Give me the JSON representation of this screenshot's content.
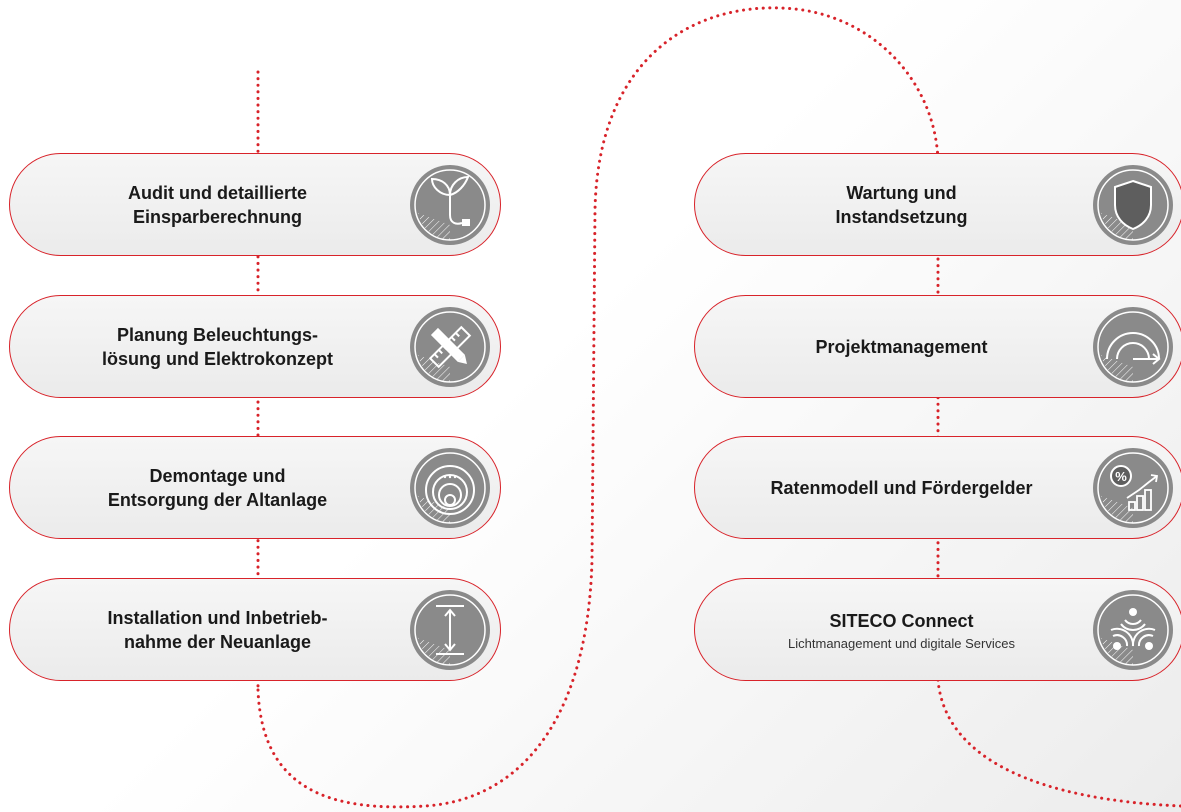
{
  "colors": {
    "accent": "#d8232a",
    "icon_gray": "#8a8a8a",
    "pill_bg": "#efefef",
    "text": "#1a1a1a"
  },
  "left_steps": [
    {
      "title": "Audit und detaillierte\nEinsparberechnung",
      "icon": "plant-plug-icon"
    },
    {
      "title": "Planung Beleuchtungs-\nlösung und Elektrokonzept",
      "icon": "ruler-pencil-icon"
    },
    {
      "title": "Demontage und\nEntsorgung der Altanlage",
      "icon": "old-lamp-icon"
    },
    {
      "title": "Installation und Inbetrieb-\nnahme der Neuanlage",
      "icon": "height-measure-icon"
    }
  ],
  "right_steps": [
    {
      "title": "Wartung und\nInstandsetzung",
      "icon": "shield-icon"
    },
    {
      "title": "Projektmanagement",
      "icon": "gauge-arrow-icon"
    },
    {
      "title": "Ratenmodell und Fördergelder",
      "icon": "percent-chart-icon"
    },
    {
      "title": "SITECO Connect",
      "subtitle": "Lichtmanagement und digitale Services",
      "icon": "wireless-signal-icon"
    }
  ]
}
